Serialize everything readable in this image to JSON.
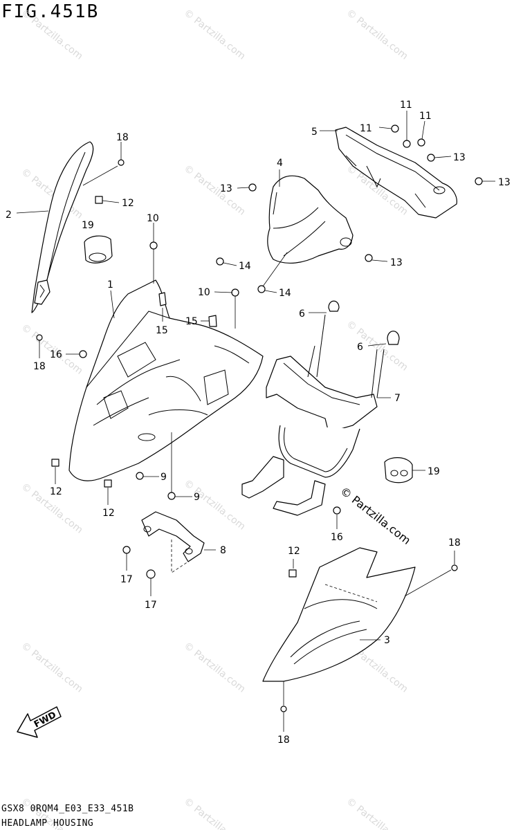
{
  "figure": {
    "title": "FIG.451B",
    "code": "GSX8 0RQM4_E03_E33_451B",
    "name": "HEADLAMP HOUSING",
    "brand_mark": "© Partzilla.com",
    "watermark": "© Partzilla.com",
    "fwd_label": "FWD"
  },
  "callouts": [
    {
      "id": "c18a",
      "label": "18"
    },
    {
      "id": "c2",
      "label": "2"
    },
    {
      "id": "c12a",
      "label": "12"
    },
    {
      "id": "c19a",
      "label": "19"
    },
    {
      "id": "c10a",
      "label": "10"
    },
    {
      "id": "c1",
      "label": "1"
    },
    {
      "id": "c15a",
      "label": "15"
    },
    {
      "id": "c10b",
      "label": "10"
    },
    {
      "id": "c15b",
      "label": "15"
    },
    {
      "id": "c18b",
      "label": "18"
    },
    {
      "id": "c16a",
      "label": "16"
    },
    {
      "id": "c12b",
      "label": "12"
    },
    {
      "id": "c12c",
      "label": "12"
    },
    {
      "id": "c9a",
      "label": "9"
    },
    {
      "id": "c9b",
      "label": "9"
    },
    {
      "id": "c4",
      "label": "4"
    },
    {
      "id": "c13a",
      "label": "13"
    },
    {
      "id": "c14a",
      "label": "14"
    },
    {
      "id": "c14b",
      "label": "14"
    },
    {
      "id": "c13b",
      "label": "13"
    },
    {
      "id": "c5",
      "label": "5"
    },
    {
      "id": "c11a",
      "label": "11"
    },
    {
      "id": "c11b",
      "label": "11"
    },
    {
      "id": "c11c",
      "label": "11"
    },
    {
      "id": "c13c",
      "label": "13"
    },
    {
      "id": "c13d",
      "label": "13"
    },
    {
      "id": "c6a",
      "label": "6"
    },
    {
      "id": "c6b",
      "label": "6"
    },
    {
      "id": "c7",
      "label": "7"
    },
    {
      "id": "c19b",
      "label": "19"
    },
    {
      "id": "c16b",
      "label": "16"
    },
    {
      "id": "c8",
      "label": "8"
    },
    {
      "id": "c17a",
      "label": "17"
    },
    {
      "id": "c17b",
      "label": "17"
    },
    {
      "id": "c12d",
      "label": "12"
    },
    {
      "id": "c18c",
      "label": "18"
    },
    {
      "id": "c3",
      "label": "3"
    },
    {
      "id": "c18d",
      "label": "18"
    }
  ]
}
